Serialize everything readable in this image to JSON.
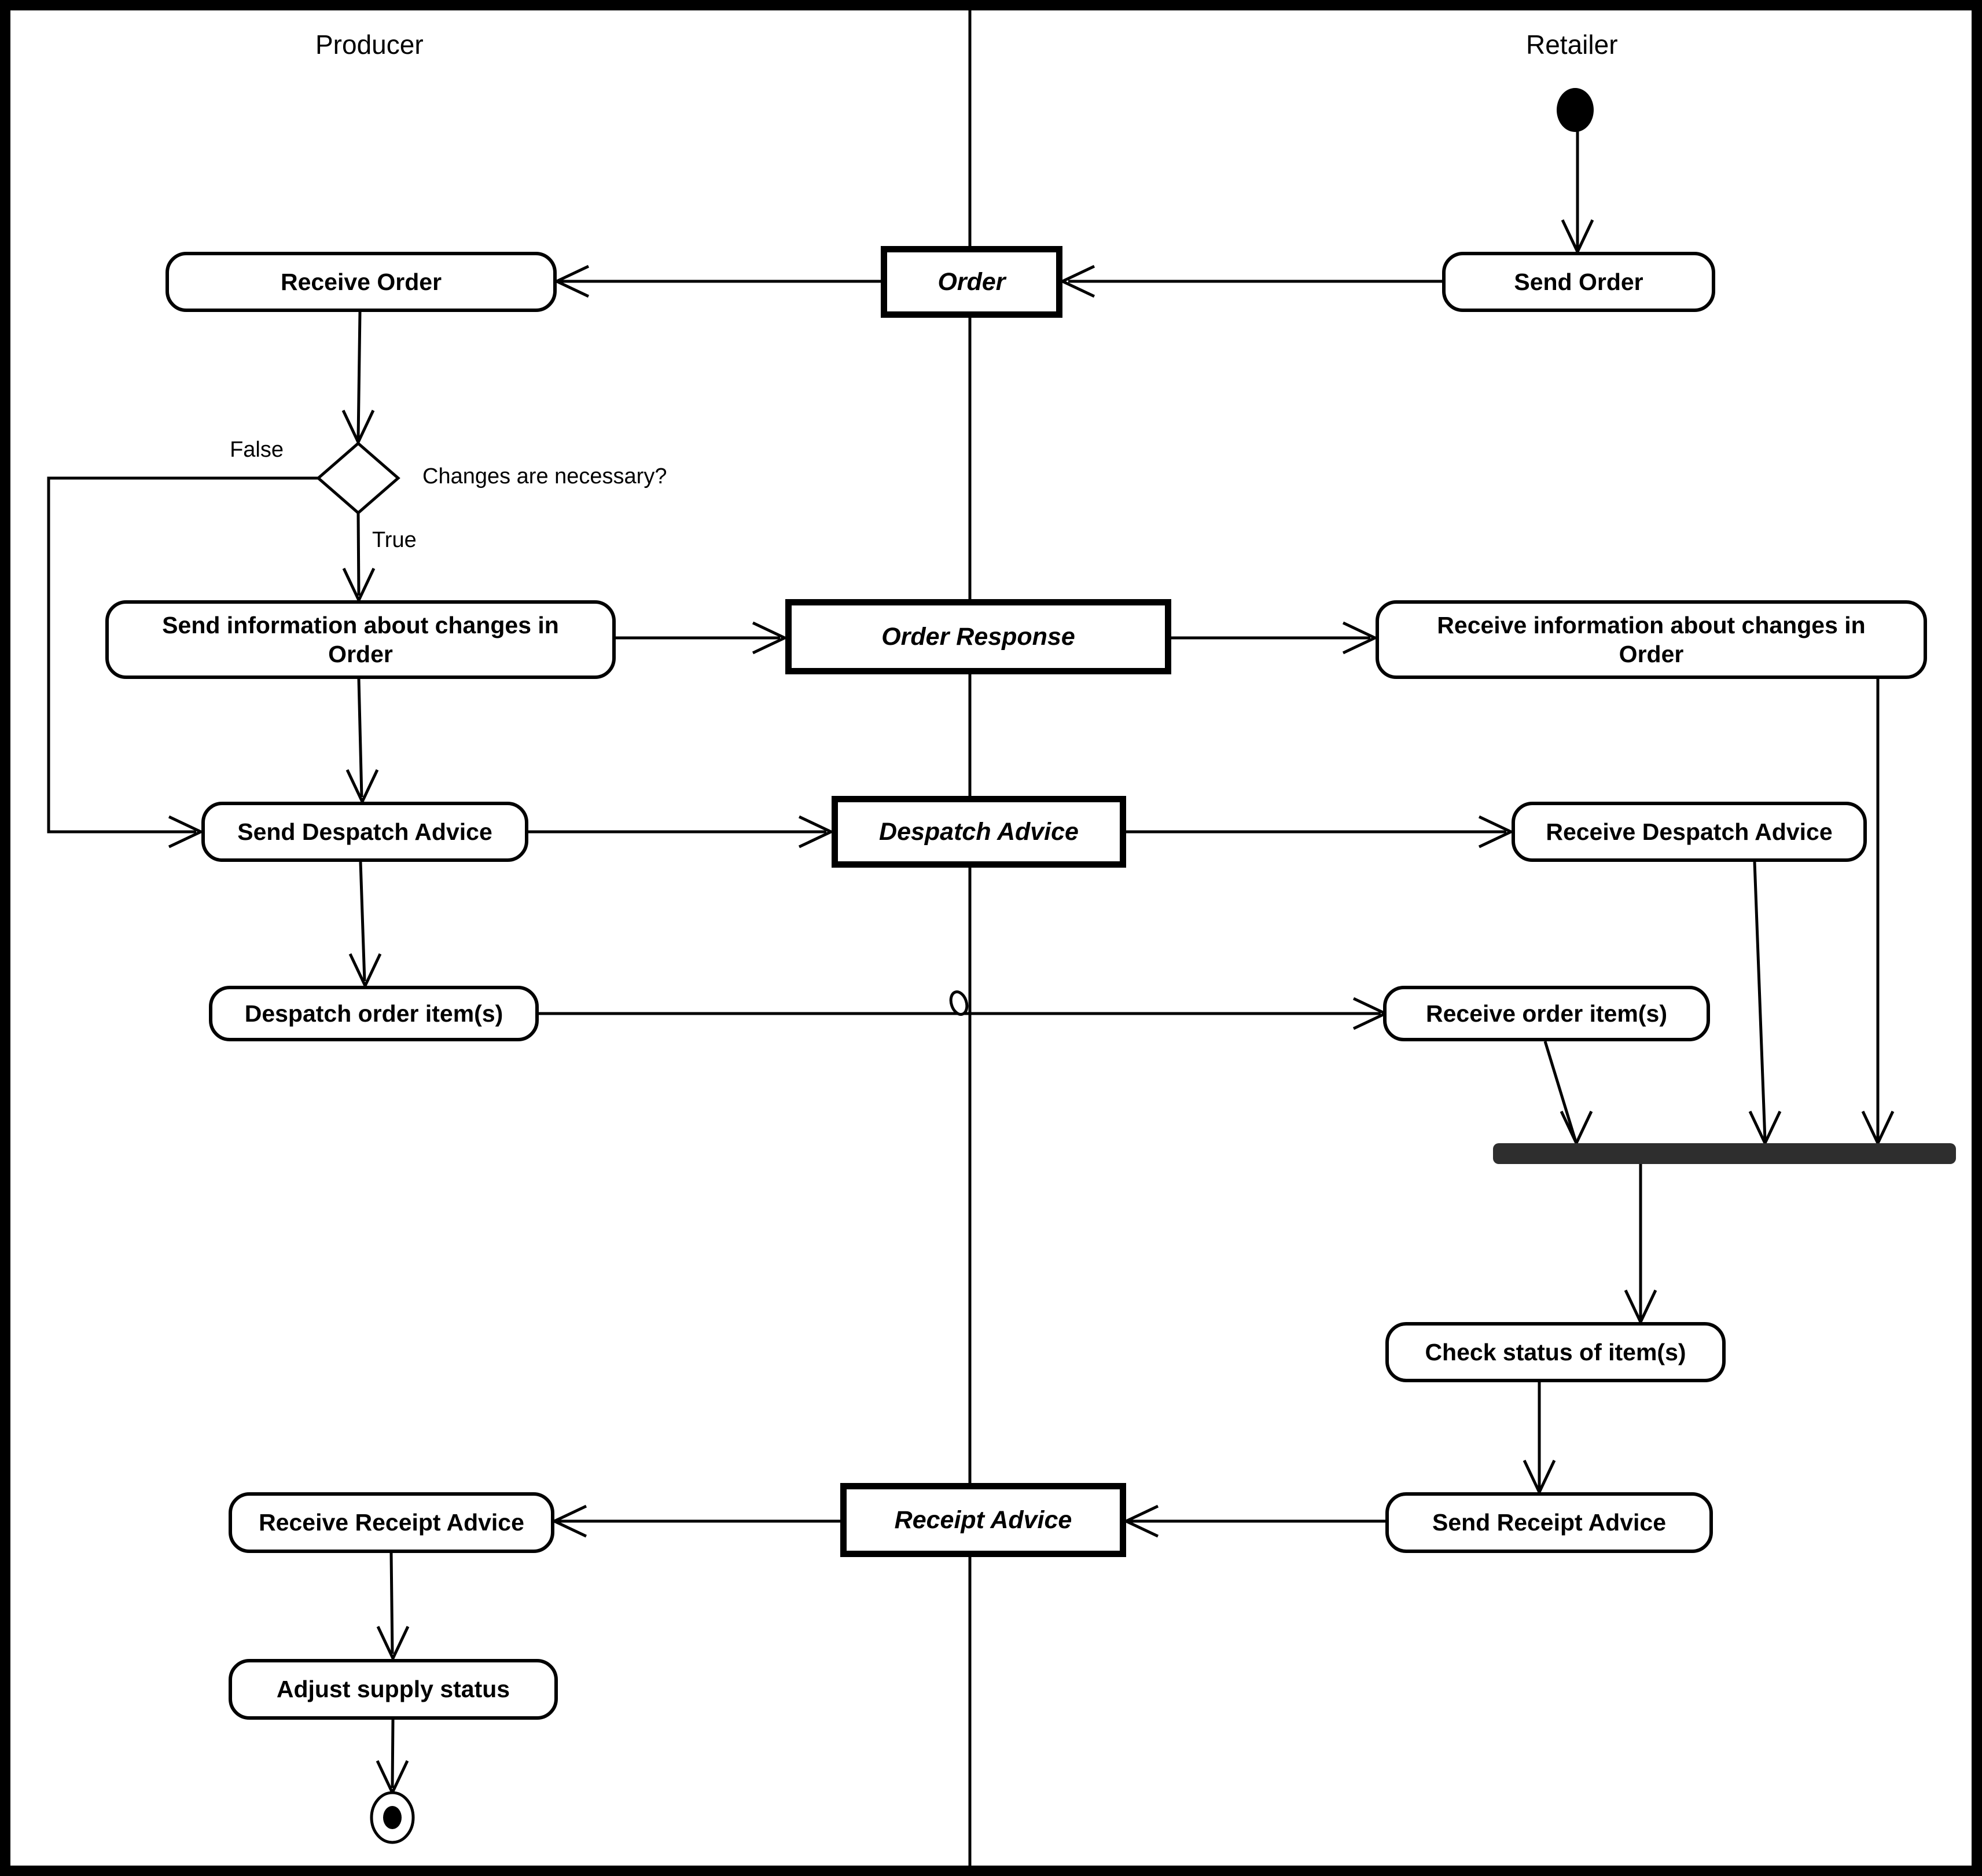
{
  "diagram_type": "UML activity diagram with swimlanes",
  "colors": {
    "ink": "#000000",
    "background": "#ffffff",
    "join_bar": "#2e2e2e"
  },
  "lanes": [
    {
      "name": "Producer"
    },
    {
      "name": "Retailer"
    }
  ],
  "decision": {
    "question": "Changes are necessary?",
    "true_label": "True",
    "false_label": "False"
  },
  "nodes": {
    "receive_order": {
      "label": "Receive Order",
      "kind": "activity",
      "lane": "Producer"
    },
    "send_order": {
      "label": "Send Order",
      "kind": "activity",
      "lane": "Retailer"
    },
    "order": {
      "label": "Order",
      "kind": "object",
      "lane": "boundary"
    },
    "send_changes": {
      "label": "Send information about changes in Order",
      "kind": "activity",
      "lane": "Producer"
    },
    "order_response": {
      "label": "Order Response",
      "kind": "object",
      "lane": "boundary"
    },
    "receive_changes": {
      "label": "Receive information about changes in Order",
      "kind": "activity",
      "lane": "Retailer"
    },
    "send_despatch": {
      "label": "Send Despatch Advice",
      "kind": "activity",
      "lane": "Producer"
    },
    "despatch_advice": {
      "label": "Despatch Advice",
      "kind": "object",
      "lane": "boundary"
    },
    "receive_despatch": {
      "label": "Receive Despatch Advice",
      "kind": "activity",
      "lane": "Retailer"
    },
    "despatch_items": {
      "label": "Despatch order item(s)",
      "kind": "activity",
      "lane": "Producer"
    },
    "receive_items": {
      "label": "Receive order item(s)",
      "kind": "activity",
      "lane": "Retailer"
    },
    "check_status": {
      "label": "Check status of item(s)",
      "kind": "activity",
      "lane": "Retailer"
    },
    "send_receipt": {
      "label": "Send Receipt Advice",
      "kind": "activity",
      "lane": "Retailer"
    },
    "receipt_advice": {
      "label": "Receipt Advice",
      "kind": "object",
      "lane": "boundary"
    },
    "receive_receipt": {
      "label": "Receive Receipt Advice",
      "kind": "activity",
      "lane": "Producer"
    },
    "adjust_supply": {
      "label": "Adjust supply status",
      "kind": "activity",
      "lane": "Producer"
    }
  },
  "control_nodes": {
    "initial": {
      "kind": "initial-node",
      "lane": "Retailer"
    },
    "decision": {
      "kind": "decision-diamond",
      "lane": "Producer"
    },
    "join": {
      "kind": "join-bar",
      "lane": "Retailer"
    },
    "final": {
      "kind": "activity-final-node",
      "lane": "Producer"
    }
  },
  "edges": [
    {
      "from": "initial",
      "to": "send_order"
    },
    {
      "from": "send_order",
      "to": "order"
    },
    {
      "from": "order",
      "to": "receive_order"
    },
    {
      "from": "receive_order",
      "to": "decision"
    },
    {
      "from": "decision",
      "to": "send_changes",
      "guard": "True"
    },
    {
      "from": "decision",
      "to": "send_despatch",
      "guard": "False"
    },
    {
      "from": "send_changes",
      "to": "order_response"
    },
    {
      "from": "order_response",
      "to": "receive_changes"
    },
    {
      "from": "send_changes",
      "to": "send_despatch"
    },
    {
      "from": "send_despatch",
      "to": "despatch_advice"
    },
    {
      "from": "despatch_advice",
      "to": "receive_despatch"
    },
    {
      "from": "send_despatch",
      "to": "despatch_items"
    },
    {
      "from": "despatch_items",
      "to": "receive_items"
    },
    {
      "from": "receive_items",
      "to": "join"
    },
    {
      "from": "receive_despatch",
      "to": "join"
    },
    {
      "from": "receive_changes",
      "to": "join"
    },
    {
      "from": "join",
      "to": "check_status"
    },
    {
      "from": "check_status",
      "to": "send_receipt"
    },
    {
      "from": "send_receipt",
      "to": "receipt_advice"
    },
    {
      "from": "receipt_advice",
      "to": "receive_receipt"
    },
    {
      "from": "receive_receipt",
      "to": "adjust_supply"
    },
    {
      "from": "adjust_supply",
      "to": "final"
    }
  ]
}
